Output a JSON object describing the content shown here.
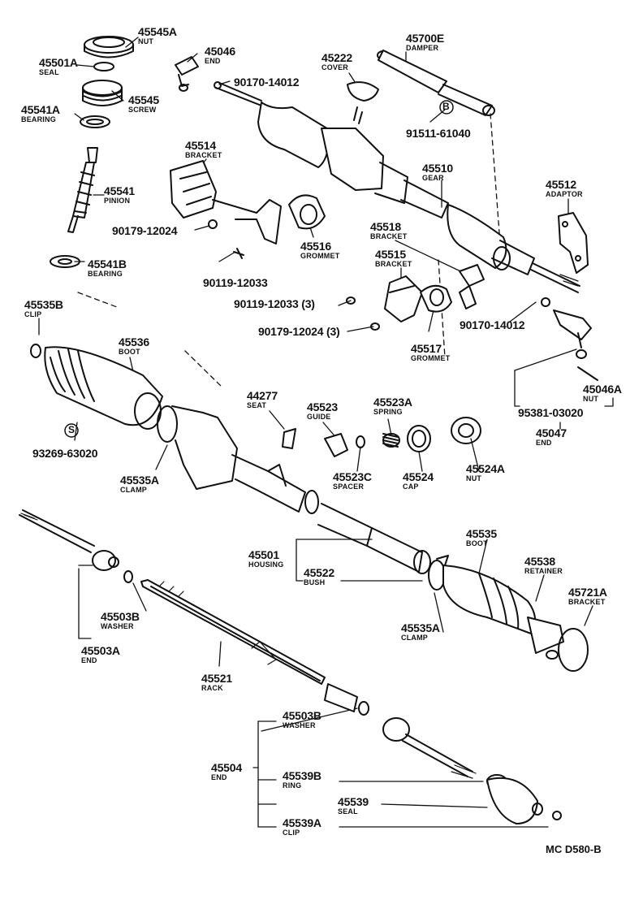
{
  "diagram_code": "MC D580-B",
  "callouts": {
    "c45545A": {
      "number": "45545A",
      "name": "NUT"
    },
    "c45501A": {
      "number": "45501A",
      "name": "SEAL"
    },
    "c45046top": {
      "number": "45046",
      "name": "END"
    },
    "c45545": {
      "number": "45545",
      "name": "SCREW"
    },
    "c45541A": {
      "number": "45541A",
      "name": "BEARING"
    },
    "c45222": {
      "number": "45222",
      "name": "COVER"
    },
    "c45700E": {
      "number": "45700E",
      "name": "DAMPER"
    },
    "c45514": {
      "number": "45514",
      "name": "BRACKET"
    },
    "c45541": {
      "number": "45541",
      "name": "PINION"
    },
    "c45510": {
      "number": "45510",
      "name": "GEAR"
    },
    "c45512": {
      "number": "45512",
      "name": "ADAPTOR"
    },
    "c45516": {
      "number": "45516",
      "name": "GROMMET"
    },
    "c45518": {
      "number": "45518",
      "name": "BRACKET"
    },
    "c45515": {
      "number": "45515",
      "name": "BRACKET"
    },
    "c45541B": {
      "number": "45541B",
      "name": "BEARING"
    },
    "c45535B": {
      "number": "45535B",
      "name": "CLIP"
    },
    "c45517": {
      "number": "45517",
      "name": "GROMMET"
    },
    "c45536": {
      "number": "45536",
      "name": "BOOT"
    },
    "c44277": {
      "number": "44277",
      "name": "SEAT"
    },
    "c45523": {
      "number": "45523",
      "name": "GUIDE"
    },
    "c45523A": {
      "number": "45523A",
      "name": "SPRING"
    },
    "c45046nut": {
      "number": "45046A",
      "name": "NUT"
    },
    "c45047": {
      "number": "45047",
      "name": "END"
    },
    "c45535A1": {
      "number": "45535A",
      "name": "CLAMP"
    },
    "c45523C": {
      "number": "45523C",
      "name": "SPACER"
    },
    "c45524": {
      "number": "45524",
      "name": "CAP"
    },
    "c45524A": {
      "number": "45524A",
      "name": "NUT"
    },
    "c45535": {
      "number": "45535",
      "name": "BOOT"
    },
    "c45501": {
      "number": "45501",
      "name": "HOUSING"
    },
    "c45538": {
      "number": "45538",
      "name": "RETAINER"
    },
    "c45522": {
      "number": "45522",
      "name": "BUSH"
    },
    "c45721A": {
      "number": "45721A",
      "name": "BRACKET"
    },
    "c45503Bl": {
      "number": "45503B",
      "name": "WASHER"
    },
    "c45535A2": {
      "number": "45535A",
      "name": "CLAMP"
    },
    "c45503A": {
      "number": "45503A",
      "name": "END"
    },
    "c45521": {
      "number": "45521",
      "name": "RACK"
    },
    "c45503Br": {
      "number": "45503B",
      "name": "WASHER"
    },
    "c45504": {
      "number": "45504",
      "name": "END"
    },
    "c45539B": {
      "number": "45539B",
      "name": "RING"
    },
    "c45539": {
      "number": "45539",
      "name": "SEAL"
    },
    "c45539A": {
      "number": "45539A",
      "name": "CLIP"
    }
  },
  "part_numbers": {
    "p90170a": "90170-14012",
    "p91511": "91511-61040",
    "p90179a": "90179-12024",
    "p90119a": "90119-12033",
    "p90119b": "90119-12033 (3)",
    "p90179b": "90179-12024 (3)",
    "p90170b": "90170-14012",
    "p95381": "95381-03020",
    "p93269": "93269-63020"
  },
  "symbols": {
    "b_marker": "B",
    "s_marker": "S"
  }
}
